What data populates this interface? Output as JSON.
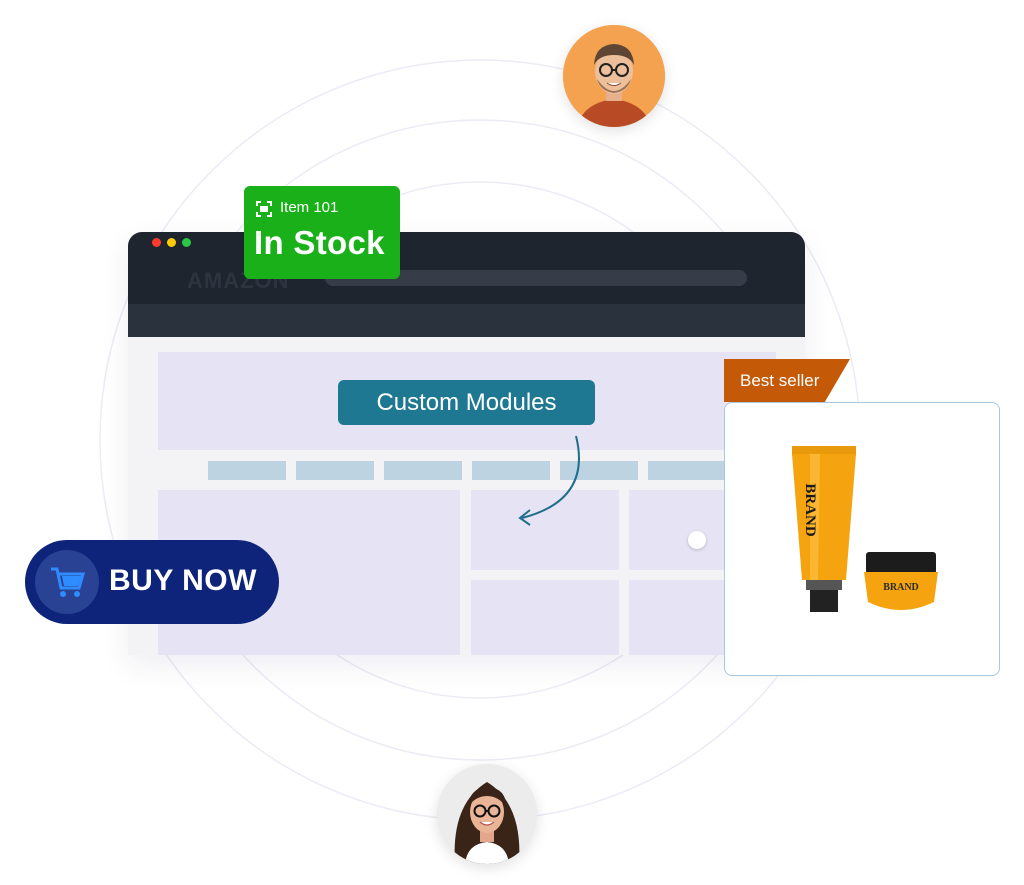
{
  "browser": {
    "brand": "AMAZON"
  },
  "stock_badge": {
    "item": "Item 101",
    "status": "In Stock",
    "color": "#1ab01a"
  },
  "custom_modules_label": "Custom Modules",
  "buy_now_label": "BUY NOW",
  "product_card": {
    "badge": "Best seller",
    "tube_brand": "BRAND",
    "jar_brand": "BRAND"
  },
  "icons": [
    "scan-icon",
    "shopping-cart-icon",
    "curved-arrow-icon"
  ],
  "colors": {
    "accent_teal": "#1f7891",
    "buy_now_navy": "#0e237a",
    "best_seller_orange": "#c45a07",
    "product_yellow": "#f5a40f"
  }
}
